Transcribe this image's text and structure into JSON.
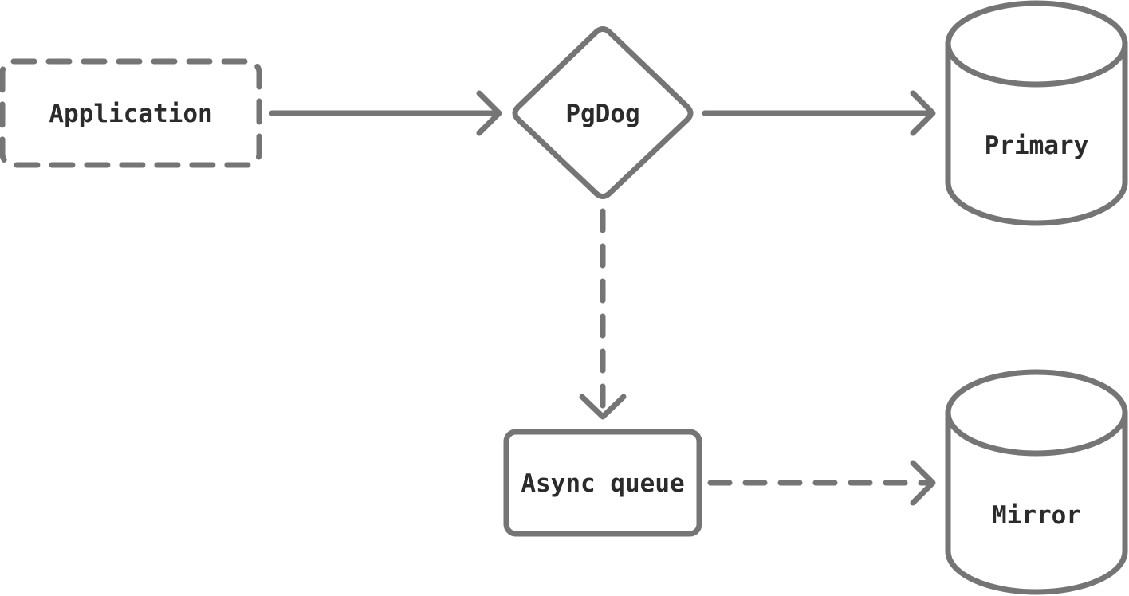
{
  "diagram": {
    "nodes": {
      "application": {
        "label": "Application",
        "shape": "dashed-rounded-rect"
      },
      "pgdog": {
        "label": "PgDog",
        "shape": "diamond"
      },
      "primary": {
        "label": "Primary",
        "shape": "cylinder"
      },
      "async_queue": {
        "label": "Async queue",
        "shape": "rounded-rect"
      },
      "mirror": {
        "label": "Mirror",
        "shape": "cylinder"
      }
    },
    "edges": [
      {
        "from": "Application",
        "to": "PgDog",
        "style": "solid"
      },
      {
        "from": "PgDog",
        "to": "Primary",
        "style": "solid"
      },
      {
        "from": "PgDog",
        "to": "Async queue",
        "style": "dashed"
      },
      {
        "from": "Async queue",
        "to": "Mirror",
        "style": "dashed"
      }
    ],
    "colors": {
      "stroke": "#757575",
      "text": "#2b2b2b",
      "background": "#ffffff"
    }
  }
}
